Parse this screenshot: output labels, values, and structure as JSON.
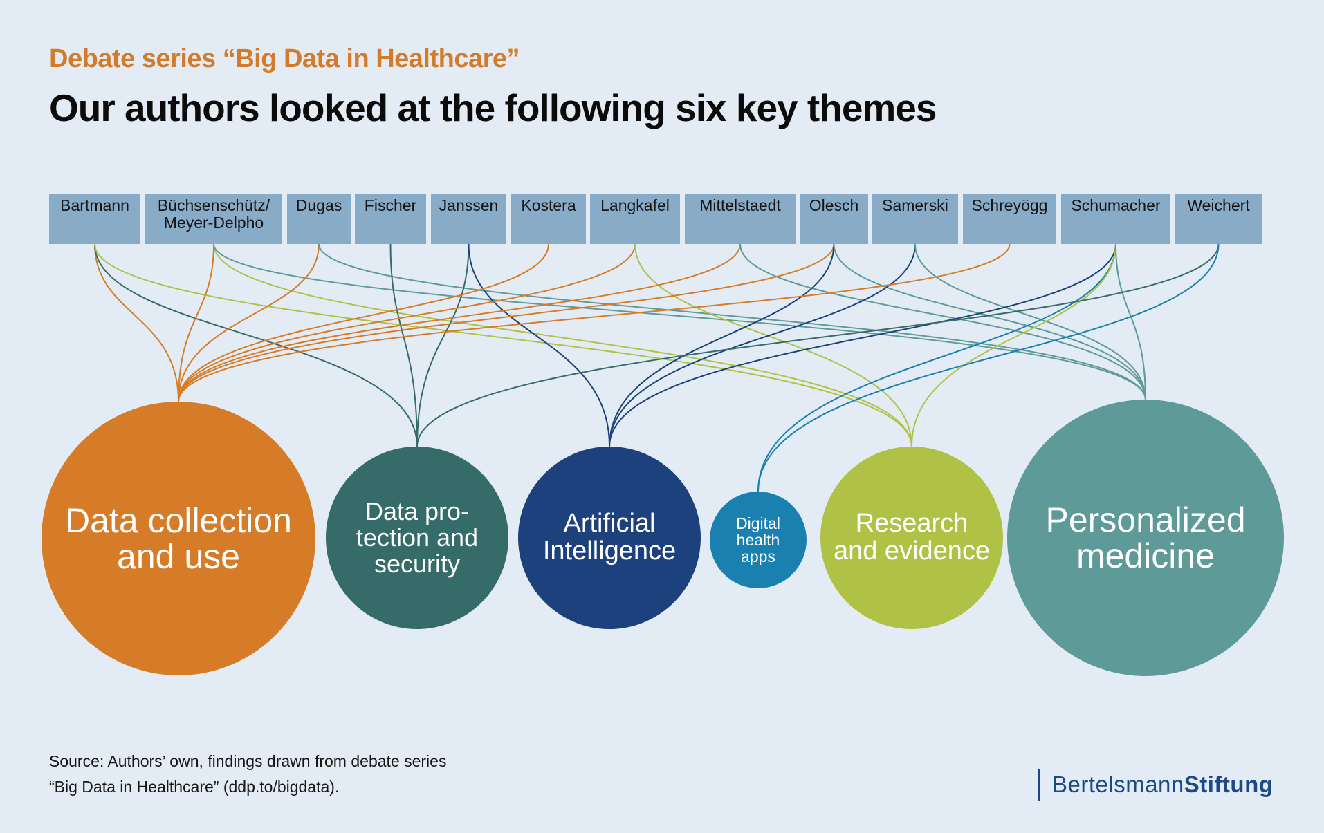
{
  "header": {
    "subtitle": "Debate series “Big Data in Healthcare”",
    "title": "Our authors looked at the following six key themes"
  },
  "colors": {
    "background": "#e3ecf4",
    "author_box": "#88abc8",
    "accent": "#d47b2a"
  },
  "themes": [
    {
      "id": "data-collection",
      "label": "Data collection\nand use",
      "color": "#d67b27",
      "size": "large"
    },
    {
      "id": "data-protection",
      "label": "Data pro-\ntection and\nsecurity",
      "color": "#356b69",
      "size": "medium"
    },
    {
      "id": "ai",
      "label": "Artificial\nIntelligence",
      "color": "#1c417c",
      "size": "medium"
    },
    {
      "id": "digital-health-apps",
      "label": "Digital\nhealth\napps",
      "color": "#1a80b0",
      "size": "small"
    },
    {
      "id": "research",
      "label": "Research\nand evidence",
      "color": "#afc245",
      "size": "medium"
    },
    {
      "id": "personalized-medicine",
      "label": "Personalized\nmedicine",
      "color": "#5e9a98",
      "size": "large"
    }
  ],
  "authors": [
    {
      "name": "Bartmann",
      "themes": [
        "data-collection",
        "data-protection",
        "research"
      ]
    },
    {
      "name": "Büchsenschütz/\nMeyer-Delpho",
      "themes": [
        "data-collection",
        "research",
        "personalized-medicine"
      ]
    },
    {
      "name": "Dugas",
      "themes": [
        "data-collection",
        "personalized-medicine"
      ]
    },
    {
      "name": "Fischer",
      "themes": [
        "data-protection"
      ]
    },
    {
      "name": "Janssen",
      "themes": [
        "data-protection",
        "ai"
      ]
    },
    {
      "name": "Kostera",
      "themes": [
        "data-collection"
      ]
    },
    {
      "name": "Langkafel",
      "themes": [
        "data-collection",
        "research"
      ]
    },
    {
      "name": "Mittelstaedt",
      "themes": [
        "data-collection",
        "personalized-medicine"
      ]
    },
    {
      "name": "Olesch",
      "themes": [
        "data-collection",
        "ai",
        "personalized-medicine"
      ]
    },
    {
      "name": "Samerski",
      "themes": [
        "ai",
        "personalized-medicine"
      ]
    },
    {
      "name": "Schreyögg",
      "themes": [
        "data-collection"
      ]
    },
    {
      "name": "Schumacher",
      "themes": [
        "ai",
        "digital-health-apps",
        "research",
        "personalized-medicine"
      ]
    },
    {
      "name": "Weichert",
      "themes": [
        "data-protection",
        "digital-health-apps"
      ]
    }
  ],
  "footer": {
    "source_line1": "Source: Authors’ own, findings drawn from debate series",
    "source_line2": "“Big Data in Healthcare” (ddp.to/bigdata).",
    "logo_regular": "Bertelsmann",
    "logo_bold": "Stiftung"
  }
}
